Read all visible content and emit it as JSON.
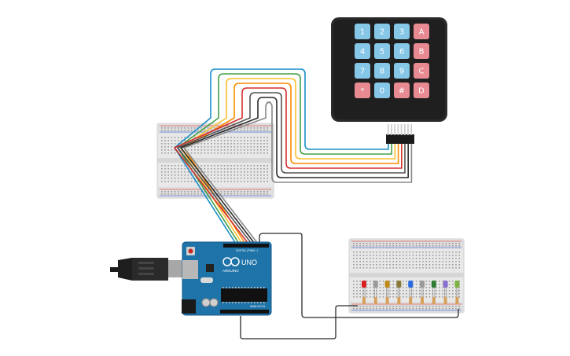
{
  "keypad": {
    "rows": [
      [
        "1",
        "2",
        "3",
        "A"
      ],
      [
        "4",
        "5",
        "6",
        "B"
      ],
      [
        "7",
        "8",
        "9",
        "C"
      ],
      [
        "*",
        "0",
        "#",
        "D"
      ]
    ]
  },
  "arduino": {
    "logo_text": "UNO",
    "brand": "ARDUINO",
    "digital_label": "DIGITAL (PWM ~)",
    "analog_label": "ANALOG IN"
  },
  "leds": {
    "colors": [
      "#d81e1e",
      "#9a9a9a",
      "#c08a1a",
      "#8a7a3a",
      "#2a6adf",
      "#9a9a9a",
      "#2e7d32",
      "#8a6fd0",
      "#7cb342"
    ]
  },
  "wires": {
    "colors": [
      "#1a8fc8",
      "#43a047",
      "#fbc02d",
      "#fb8c00",
      "#d32f2f",
      "#555555",
      "#2a2a2a",
      "#888888"
    ]
  }
}
